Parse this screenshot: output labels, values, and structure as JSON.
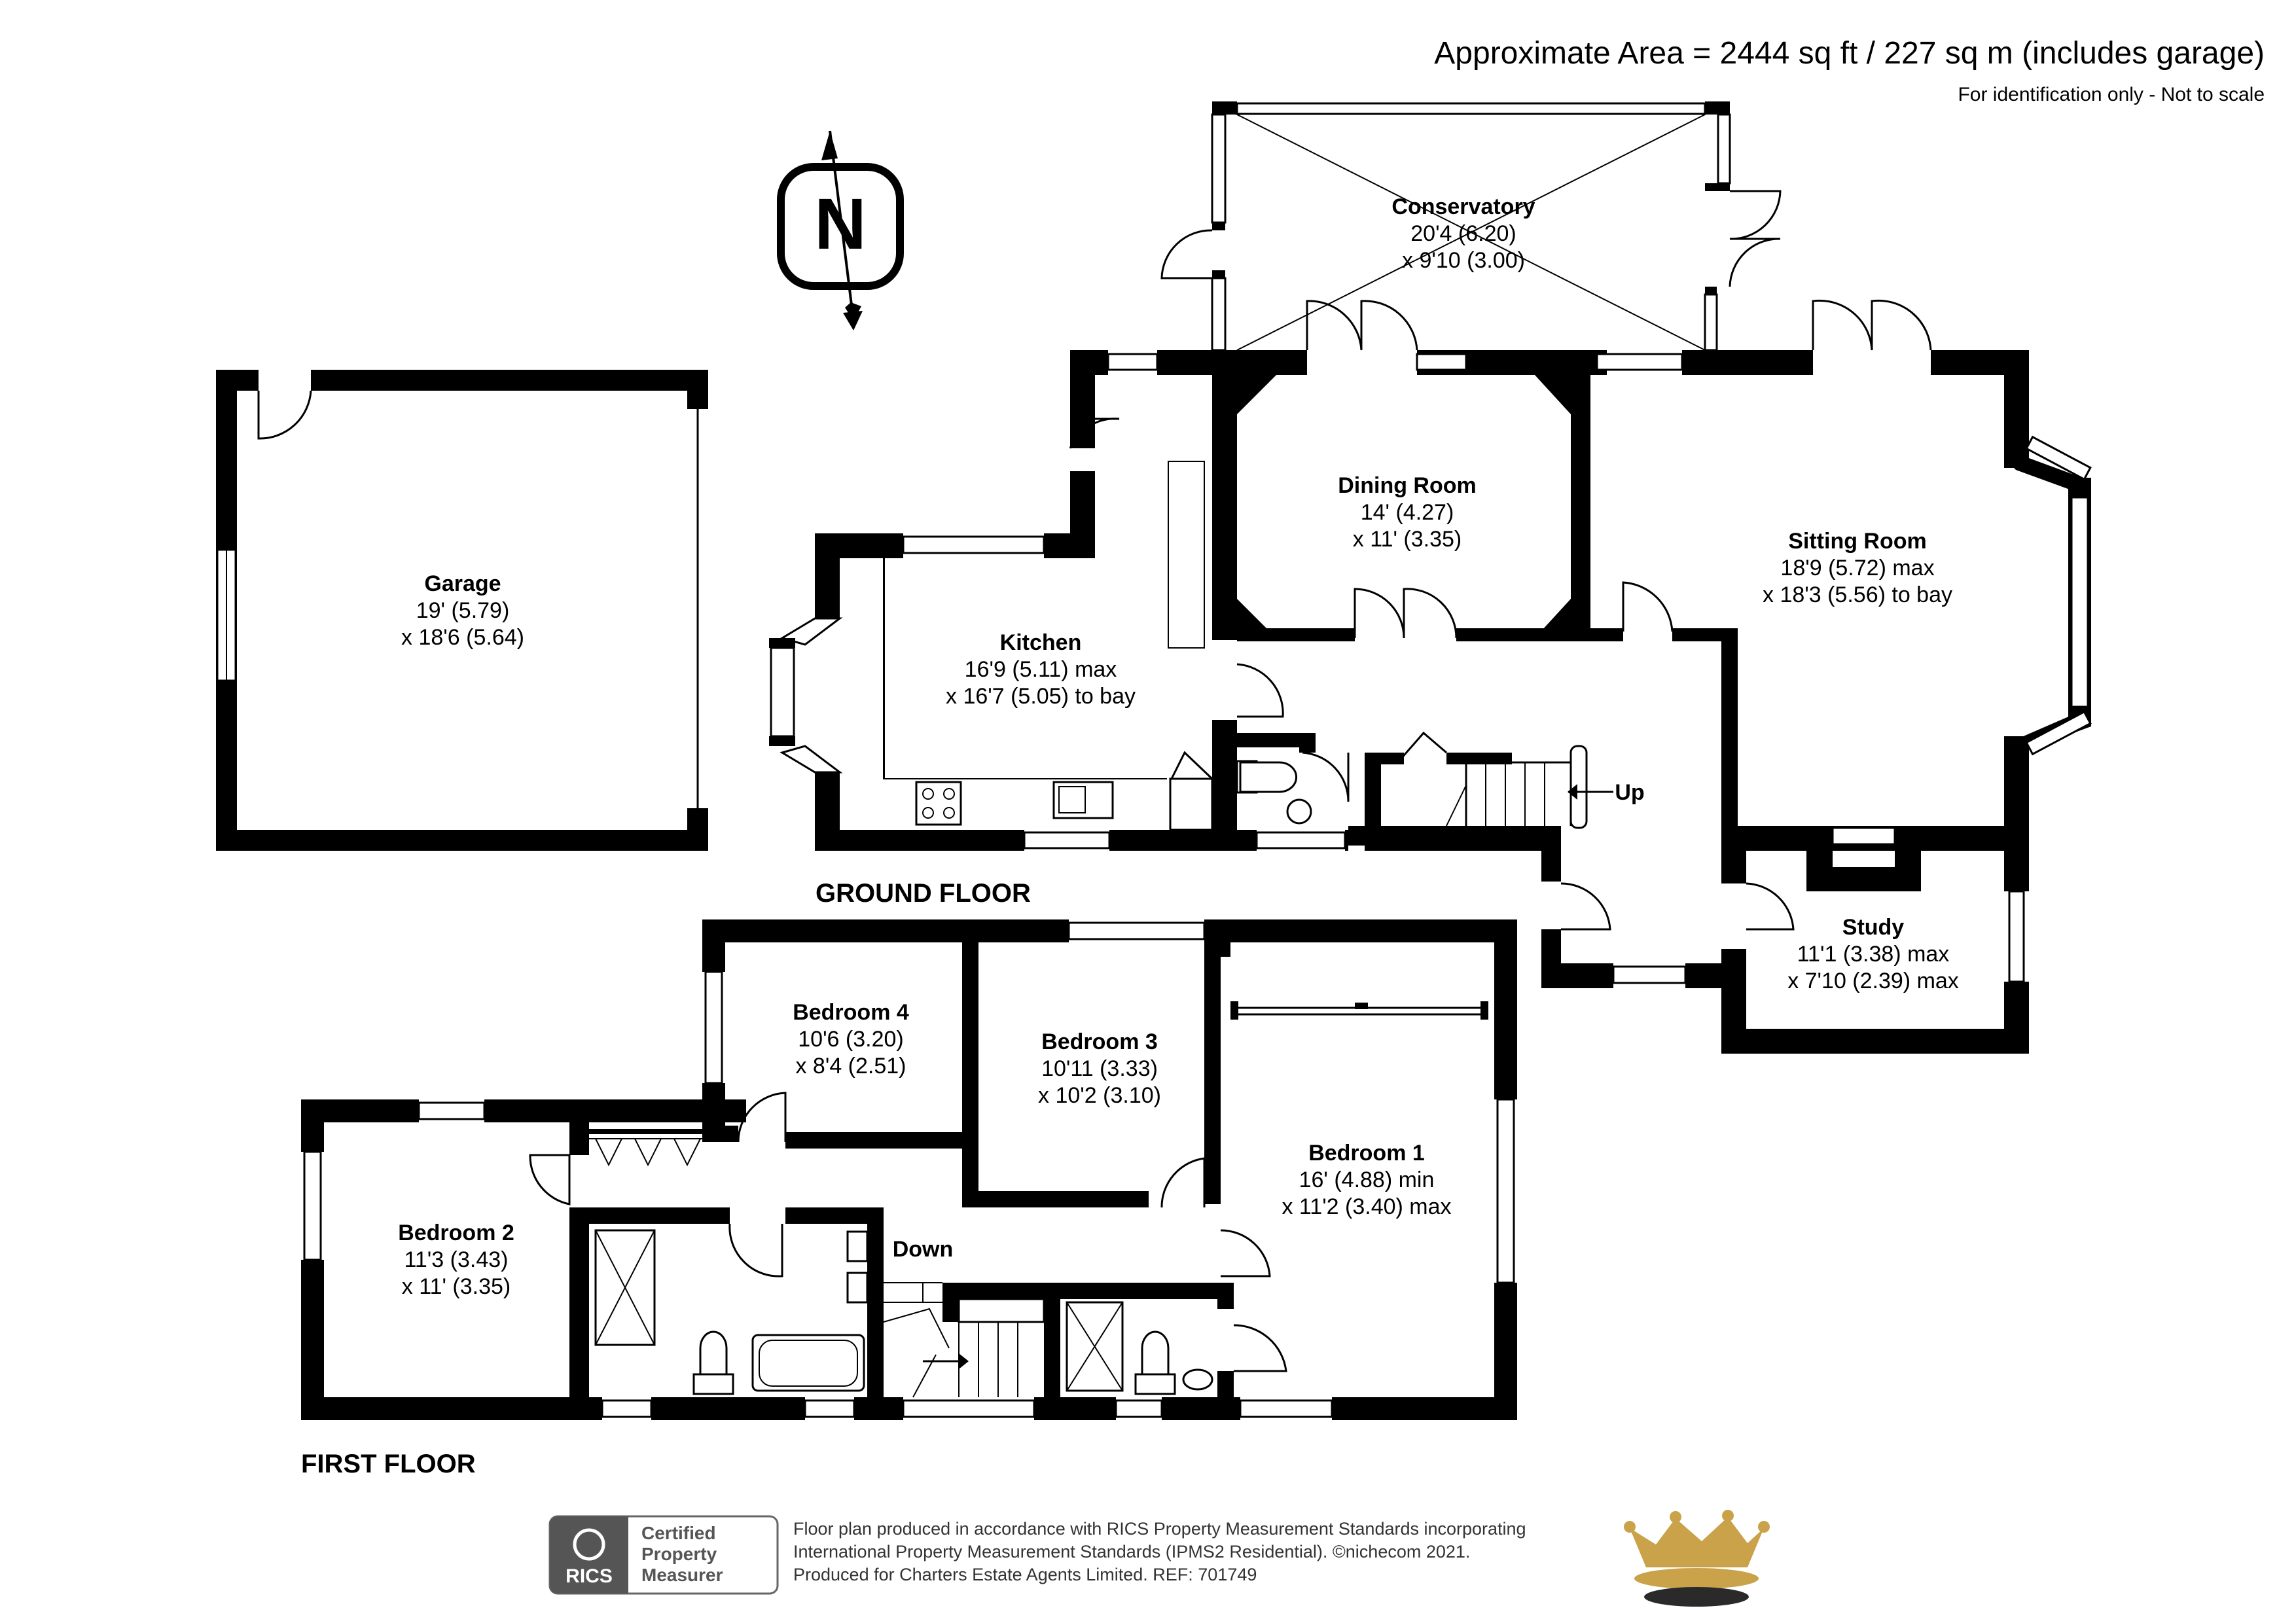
{
  "header": {
    "area": "Approximate Area = 2444 sq ft / 227 sq m (includes garage)",
    "note": "For identification only - Not to scale"
  },
  "compass": {
    "letter": "N"
  },
  "floors": {
    "ground": "GROUND FLOOR",
    "first": "FIRST FLOOR"
  },
  "rooms": {
    "conservatory": {
      "name": "Conservatory",
      "dim1": "20'4 (6.20)",
      "dim2": "x 9'10 (3.00)"
    },
    "garage": {
      "name": "Garage",
      "dim1": "19' (5.79)",
      "dim2": "x 18'6 (5.64)"
    },
    "dining": {
      "name": "Dining Room",
      "dim1": "14' (4.27)",
      "dim2": "x 11' (3.35)"
    },
    "sitting": {
      "name": "Sitting Room",
      "dim1": "18'9 (5.72) max",
      "dim2": "x 18'3 (5.56) to bay"
    },
    "kitchen": {
      "name": "Kitchen",
      "dim1": "16'9 (5.11) max",
      "dim2": "x 16'7 (5.05) to bay"
    },
    "study": {
      "name": "Study",
      "dim1": "11'1 (3.38) max",
      "dim2": "x 7'10 (2.39) max"
    },
    "bed4": {
      "name": "Bedroom 4",
      "dim1": "10'6 (3.20)",
      "dim2": "x 8'4 (2.51)"
    },
    "bed3": {
      "name": "Bedroom 3",
      "dim1": "10'11 (3.33)",
      "dim2": "x 10'2 (3.10)"
    },
    "bed1": {
      "name": "Bedroom 1",
      "dim1": "16' (4.88) min",
      "dim2": "x 11'2 (3.40) max"
    },
    "bed2": {
      "name": "Bedroom 2",
      "dim1": "11'3 (3.43)",
      "dim2": "x 11' (3.35)"
    }
  },
  "stairs": {
    "up": "Up",
    "down": "Down"
  },
  "rics": {
    "brand": "RICS",
    "line1": "Certified",
    "line2": "Property",
    "line3": "Measurer"
  },
  "footer": {
    "line1": "Floor plan produced in accordance with RICS Property Measurement Standards incorporating",
    "line2": "International Property Measurement Standards (IPMS2 Residential).  ©nichecom 2021.",
    "line3": "Produced for Charters Estate Agents Limited.   REF:  701749"
  },
  "colors": {
    "wall": "#000000",
    "crown_gold": "#c9a24a",
    "crown_dark": "#2a2a2a"
  }
}
